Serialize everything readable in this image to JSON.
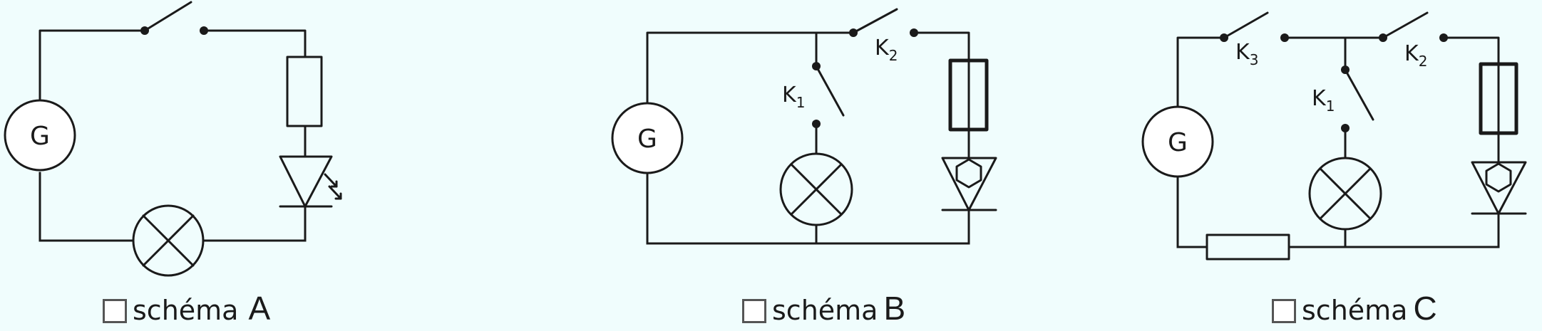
{
  "diagrams": [
    {
      "id": "A",
      "generator_label": "G",
      "option": {
        "word": "schéma",
        "letter": "A",
        "checked": false
      }
    },
    {
      "id": "B",
      "generator_label": "G",
      "switch_labels": {
        "k1": {
          "main": "K",
          "sub": "1"
        },
        "k2": {
          "main": "K",
          "sub": "2"
        }
      },
      "option": {
        "word": "schéma",
        "letter": "B",
        "checked": false
      }
    },
    {
      "id": "C",
      "generator_label": "G",
      "switch_labels": {
        "k1": {
          "main": "K",
          "sub": "1"
        },
        "k2": {
          "main": "K",
          "sub": "2"
        },
        "k3": {
          "main": "K",
          "sub": "3"
        }
      },
      "option": {
        "word": "schéma",
        "letter": "C",
        "checked": false
      }
    }
  ]
}
